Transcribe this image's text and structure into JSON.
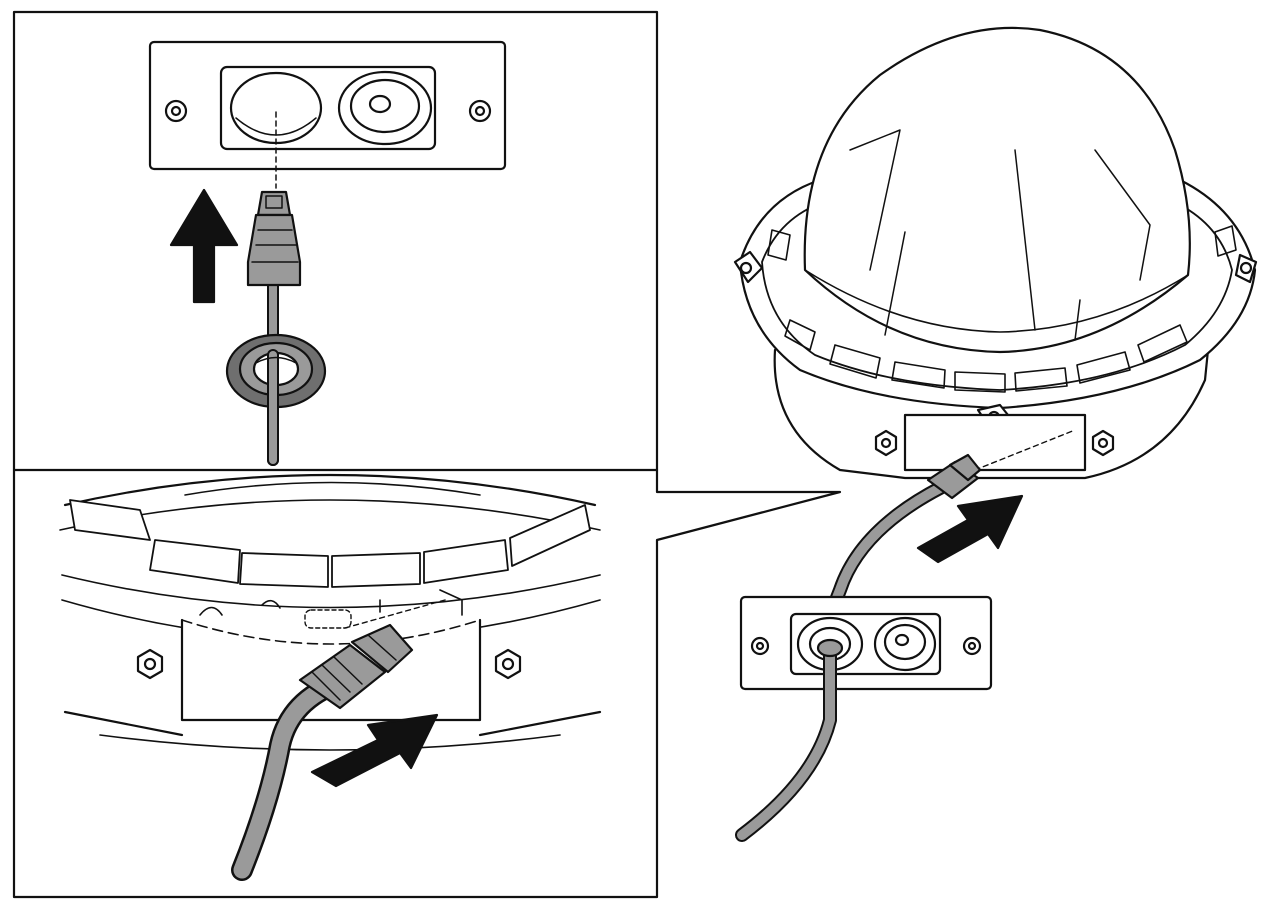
{
  "figure": {
    "panels": [
      {
        "id": "detail-top",
        "shows": [
          "mount-plate",
          "rj45-plug",
          "cable-grommet",
          "insert-arrow"
        ]
      },
      {
        "id": "detail-bottom",
        "shows": [
          "camera-base",
          "rj45-plug",
          "insert-arrow"
        ]
      },
      {
        "id": "overview",
        "shows": [
          "dome-camera",
          "rj45-plug",
          "insert-arrow",
          "mount-plate"
        ]
      }
    ],
    "arrow_direction": {
      "detail-top": "up",
      "detail-bottom": "up-right",
      "overview": "up-right"
    },
    "colors": {
      "line": "#111111",
      "cable": "#9a9a9a",
      "cable_dark": "#6f6f6f",
      "fill": "#ffffff",
      "arrow": "#111111"
    },
    "text_labels": []
  }
}
